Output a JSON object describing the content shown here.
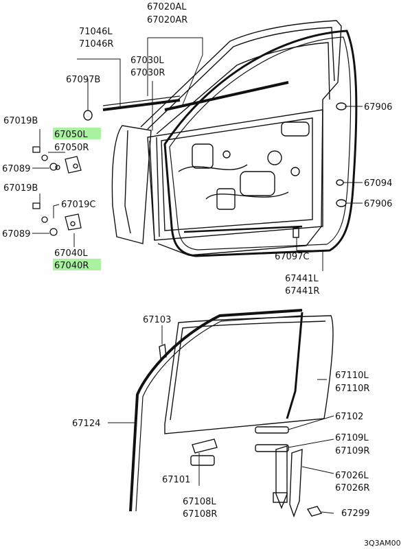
{
  "labels": {
    "p67020": [
      "67020AL",
      "67020AR"
    ],
    "p71046": [
      "71046L",
      "71046R"
    ],
    "p67030": [
      "67030L",
      "67030R"
    ],
    "p67097B": "67097B",
    "p67019B_top": "67019B",
    "p67050": [
      "67050L",
      "67050R"
    ],
    "p67089_top": "67089",
    "p67019B_bottom": "67019B",
    "p67019C": "67019C",
    "p67089_bottom": "67089",
    "p67040": [
      "67040L",
      "67040R"
    ],
    "p67906_top": "67906",
    "p67094": "67094",
    "p67906_bottom": "67906",
    "p67097C": "67097C",
    "p67441": [
      "67441L",
      "67441R"
    ],
    "p67103": "67103",
    "p67110": [
      "67110L",
      "67110R"
    ],
    "p67124": "67124",
    "p67102": "67102",
    "p67109": [
      "67109L",
      "67109R"
    ],
    "p67101": "67101",
    "p67108": [
      "67108L",
      "67108R"
    ],
    "p67026": [
      "67026L",
      "67026R"
    ],
    "p67299": "67299",
    "code": "3Q3AM00"
  },
  "colors": {
    "highlight": "#a9f3a0",
    "ink": "#111111"
  }
}
